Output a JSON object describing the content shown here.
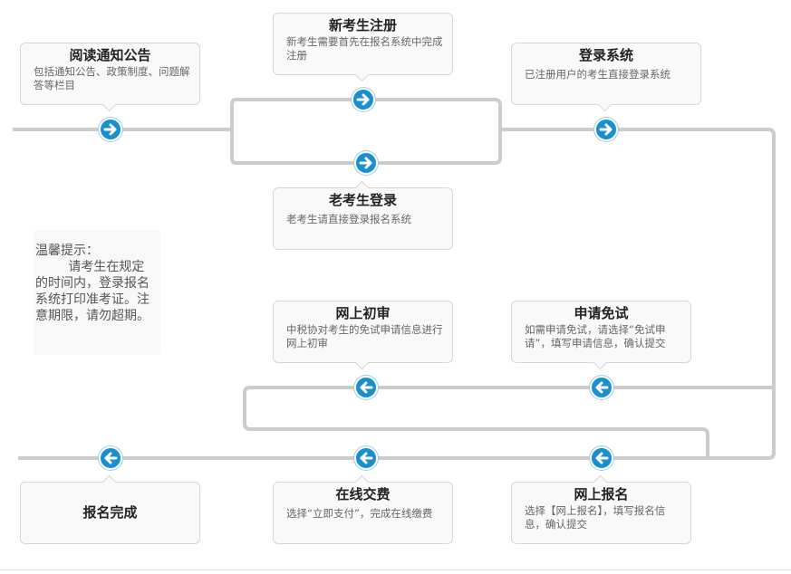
{
  "steps": {
    "read_notice": {
      "title": "阅读通知公告",
      "desc": "包括通知公告、政策制度、问题解答等栏目"
    },
    "new_register": {
      "title": "新考生注册",
      "desc": "新考生需要首先在报名系统中完成注册"
    },
    "login": {
      "title": "登录系统",
      "desc": "已注册用户的考生直接登录系统"
    },
    "old_login": {
      "title": "老考生登录",
      "desc": "老考生请直接登录报名系统"
    },
    "online_review": {
      "title": "网上初审",
      "desc": "中税协对考生的免试申请信息进行网上初审"
    },
    "apply_exempt": {
      "title": "申请免试",
      "desc": "如需申请免试，请选择“免试申请”，填写申请信息，确认提交"
    },
    "done": {
      "title": "报名完成"
    },
    "pay_online": {
      "title": "在线交费",
      "desc": "选择“立即支付”，完成在线缴费"
    },
    "online_signup": {
      "title": "网上报名",
      "desc": "选择【网上报名】，填写报名信息，确认提交"
    }
  },
  "tip": {
    "title": "温馨提示：",
    "body": "请考生在规定的时间内，登录报名系统打印准考证。注意期限，请勿超期。"
  },
  "colors": {
    "line": "#cccccc",
    "arrow_circle": "#1a8fd0",
    "box_bg": "#f9f9f9",
    "box_border": "#d6d6d6"
  }
}
